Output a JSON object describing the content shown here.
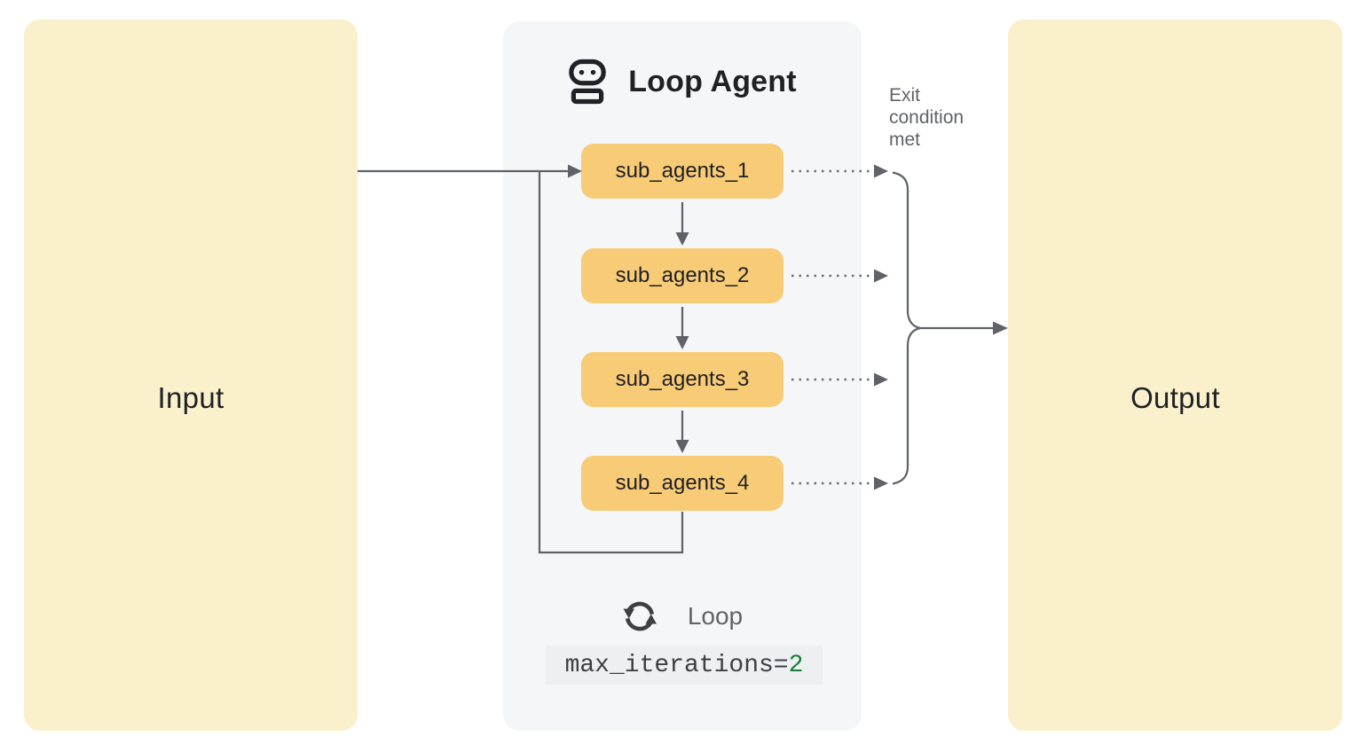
{
  "input": {
    "label": "Input"
  },
  "output": {
    "label": "Output"
  },
  "loop_agent": {
    "title": "Loop Agent",
    "sub_agents": [
      "sub_agents_1",
      "sub_agents_2",
      "sub_agents_3",
      "sub_agents_4"
    ],
    "loop": {
      "label": "Loop",
      "code": "max_iterations=",
      "value": "2"
    }
  },
  "annotations": {
    "exit_condition": "Exit condition met"
  },
  "icons": {
    "header": "robot-icon",
    "loop": "loop-refresh-icon"
  },
  "colors": {
    "page_bg": "#FFFFFF",
    "io_box_bg": "#FAF0CC",
    "panel_bg": "#F4F6F8",
    "sub_agent_bg": "#F8CB76",
    "connector_gray": "#5F6368",
    "text_primary": "#202124",
    "text_secondary": "#5F6368",
    "code_bg": "#EDEFF1",
    "code_value_green": "#188038"
  }
}
